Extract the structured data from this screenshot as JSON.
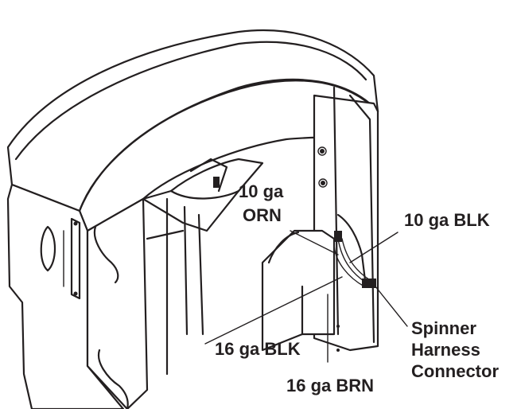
{
  "callouts": {
    "orange_wire_line1": "10 ga",
    "orange_wire_line2": "ORN",
    "black_wire_10": "10 ga BLK",
    "black_wire_16": "16 ga BLK",
    "brown_wire_16": "16 ga BRN",
    "connector_line1": "Spinner",
    "connector_line2": "Harness",
    "connector_line3": "Connector"
  },
  "colors": {
    "ink": "#231f20",
    "background": "#ffffff"
  }
}
